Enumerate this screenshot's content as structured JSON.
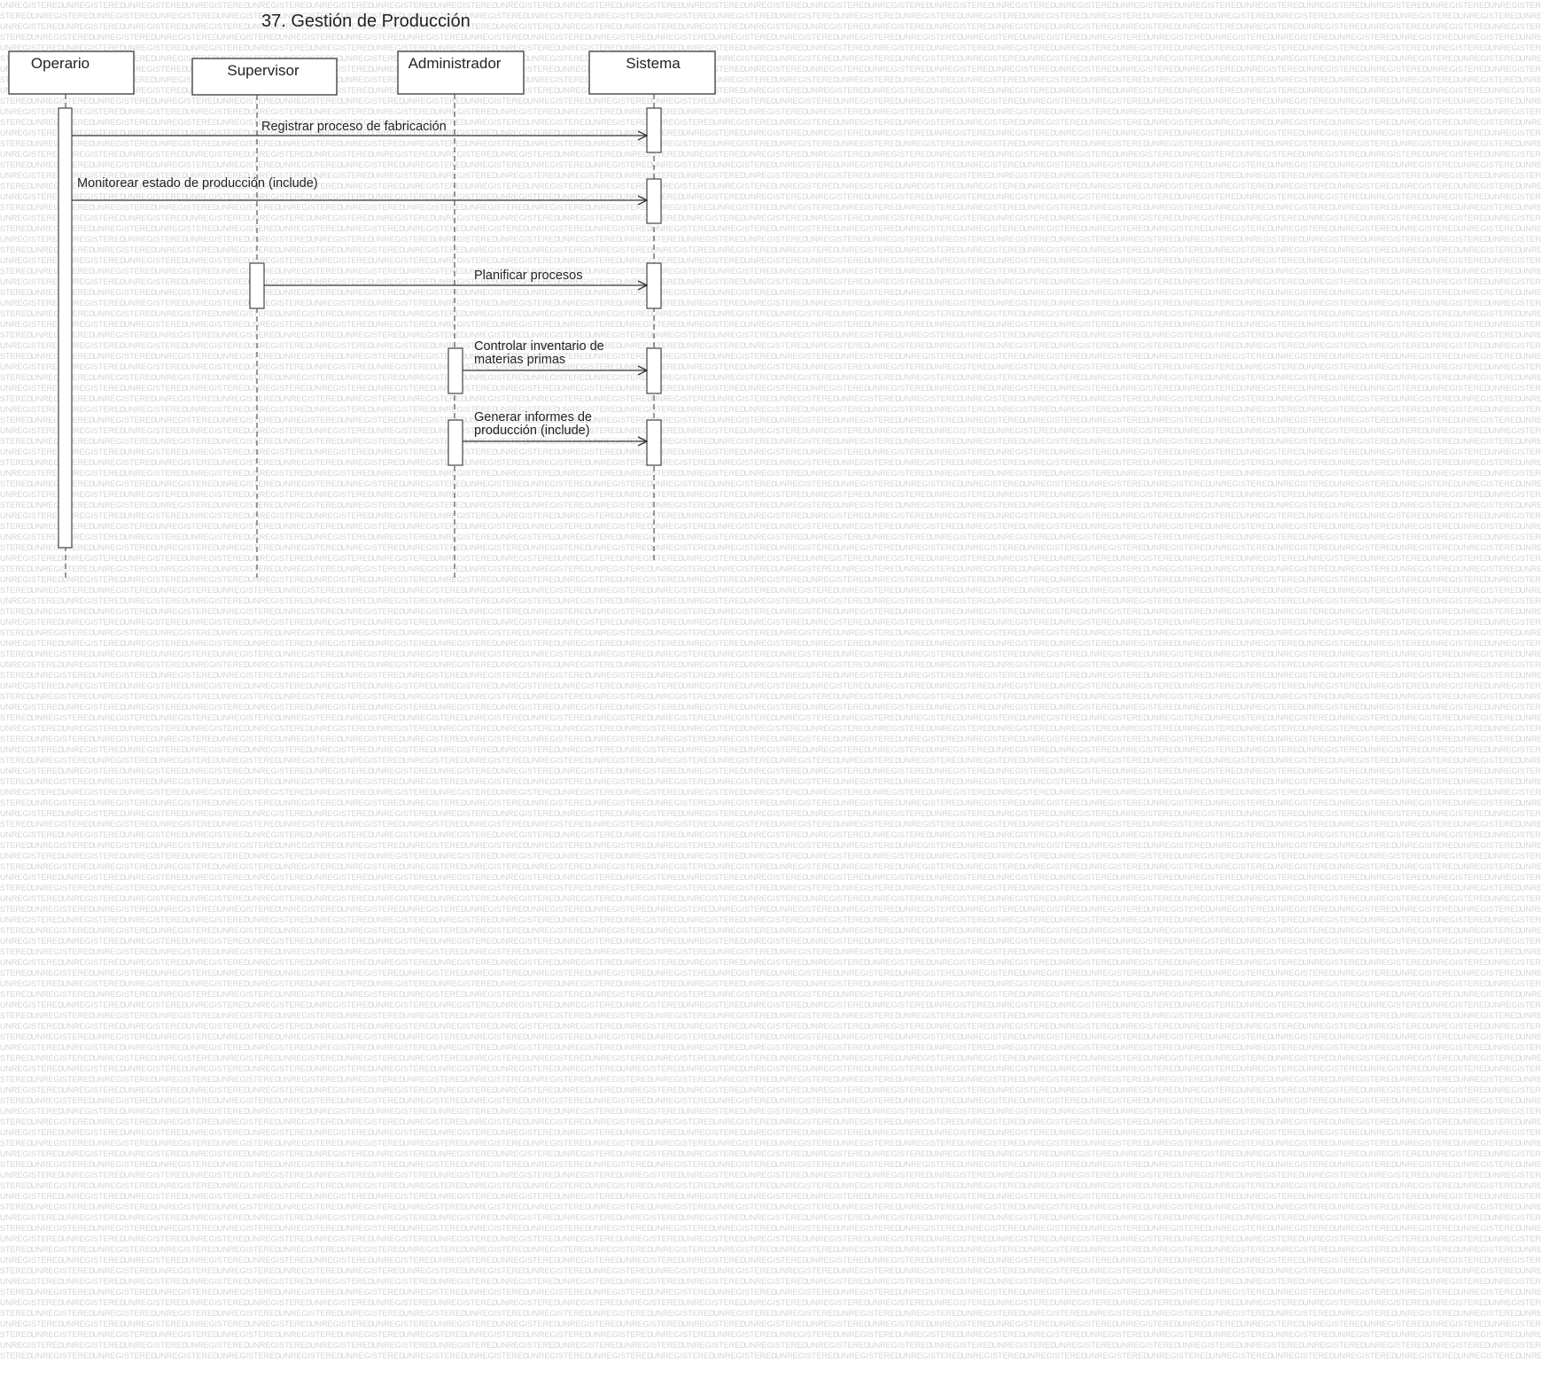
{
  "diagram": {
    "title": "37. Gestión de Producción",
    "watermark_text": "UNREGISTERED",
    "colors": {
      "line": "#333333",
      "box_fill": "#ffffff",
      "watermark": "#d4d4d4"
    },
    "lifelines": [
      {
        "id": "operario",
        "name": "Operario"
      },
      {
        "id": "supervisor",
        "name": "Supervisor"
      },
      {
        "id": "administrador",
        "name": "Administrador"
      },
      {
        "id": "sistema",
        "name": "Sistema"
      }
    ],
    "messages": [
      {
        "from": "operario",
        "to": "sistema",
        "label_lines": [
          "Registrar proceso de fabricación"
        ]
      },
      {
        "from": "operario",
        "to": "sistema",
        "label_lines": [
          "Monitorear estado de producción (include)"
        ]
      },
      {
        "from": "supervisor",
        "to": "sistema",
        "label_lines": [
          "Planificar procesos"
        ]
      },
      {
        "from": "administrador",
        "to": "sistema",
        "label_lines": [
          "Controlar inventario de",
          "materias primas"
        ]
      },
      {
        "from": "administrador",
        "to": "sistema",
        "label_lines": [
          "Generar informes de",
          "producción (include)"
        ]
      }
    ]
  }
}
